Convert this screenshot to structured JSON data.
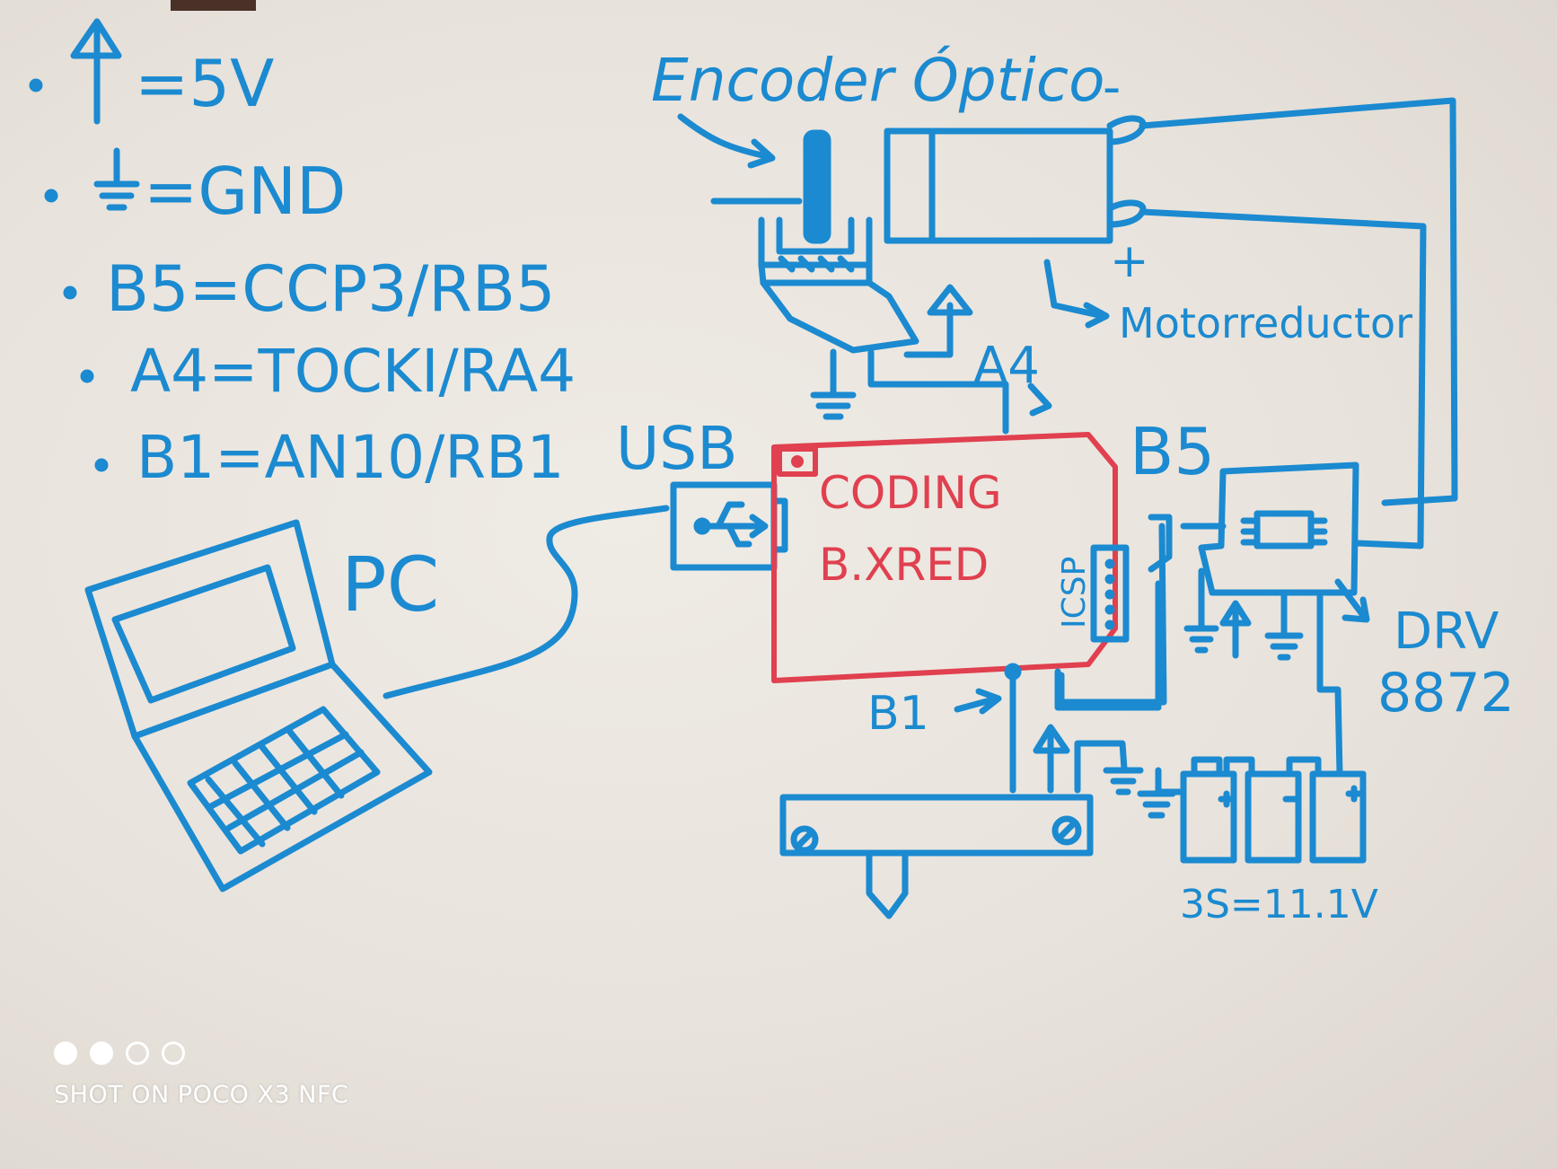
{
  "legend": {
    "vcc": "=5V",
    "gnd": "=GND",
    "b5": "B5=CCP3/RB5",
    "a4": "A4=TOCKI/RA4",
    "b1": "B1=AN10/RB1"
  },
  "labels": {
    "encoder": "Encoder Óptico",
    "motor_minus": "-",
    "motor_plus": "+",
    "motorreductor": "Motorreductor",
    "a4": "A4",
    "usb": "USB",
    "pc": "PC",
    "board_line1": "CODING",
    "board_line2": "B.XRED",
    "icsp": "ICSP",
    "b5": "B5",
    "b1": "B1",
    "drv_line1": "DRV",
    "drv_line2": "8872",
    "battery": "3S=11.1V"
  },
  "watermark": {
    "text": "SHOT ON POCO X3 NFC",
    "dots": [
      true,
      true,
      false,
      false
    ]
  },
  "colors": {
    "marker_blue": "#1b8ad0",
    "marker_red": "#e0404f",
    "board": "#e8e3dc"
  }
}
